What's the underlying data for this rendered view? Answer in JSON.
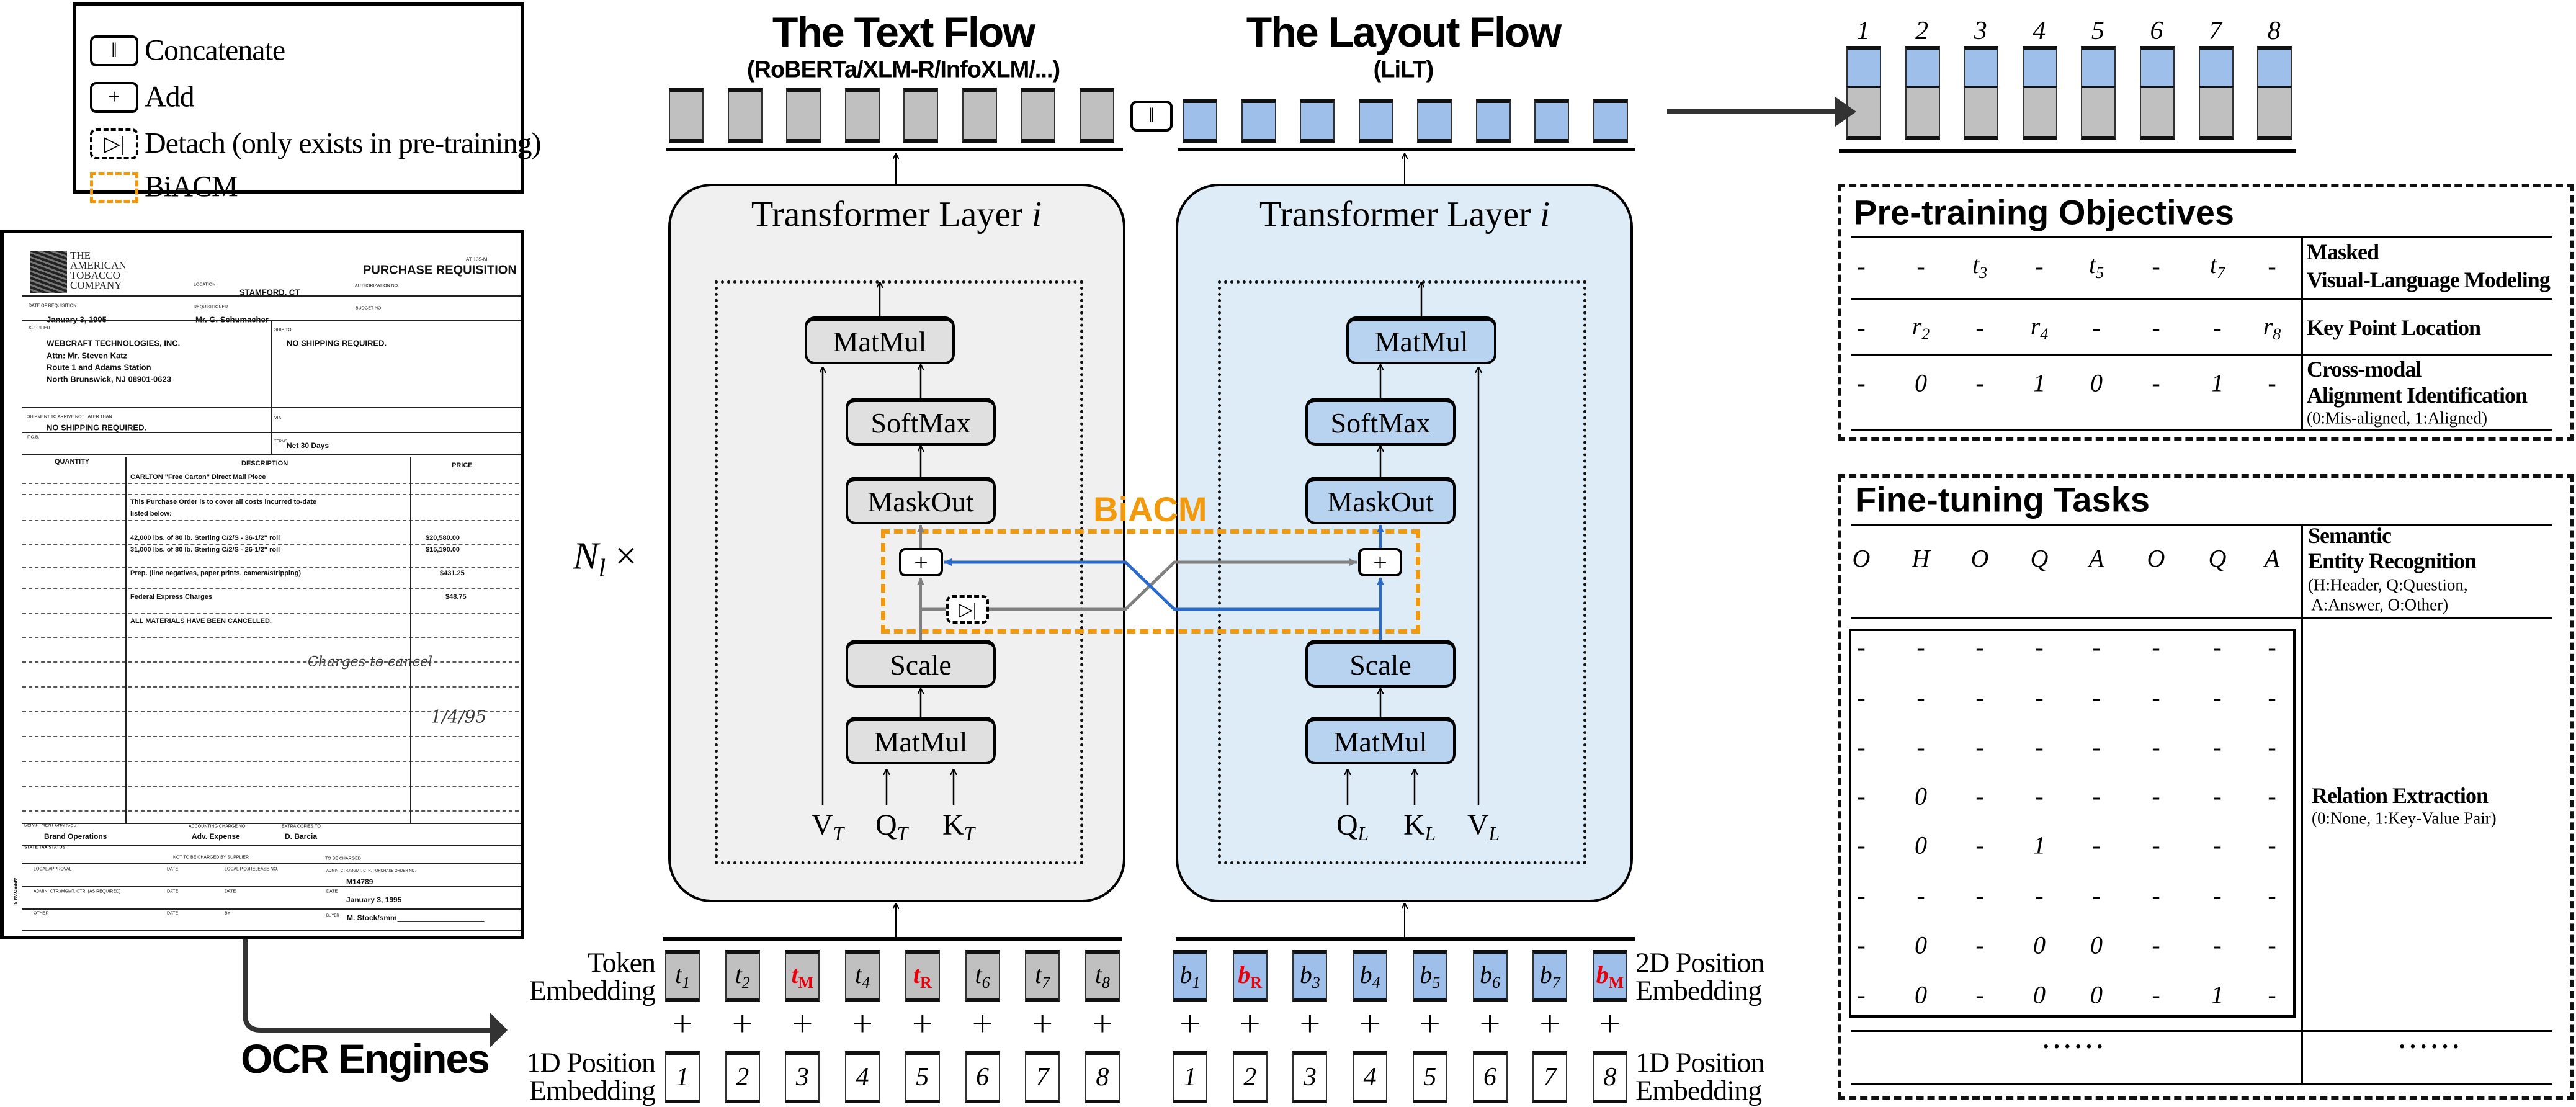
{
  "legend": {
    "items": [
      {
        "icon": "concatenate-icon",
        "symbol": "‖",
        "label": "Concatenate"
      },
      {
        "icon": "add-icon",
        "symbol": "+",
        "label": "Add"
      },
      {
        "icon": "detach-icon",
        "symbol": "▷|",
        "label": "Detach (only exists in pre-training)"
      },
      {
        "icon": "biacm-box-icon",
        "symbol": "",
        "label": "BiACM"
      }
    ]
  },
  "document": {
    "logo_lines": [
      "THE",
      "AMERICAN",
      "TOBACCO",
      "COMPANY"
    ],
    "lines": [
      "AT 135-M",
      "PURCHASE REQUISITION",
      "LOCATION",
      "STAMFORD, CT",
      "AUTHORIZATION NO.",
      "DATE OF REQUISITION",
      "January 3, 1995",
      "REQUISITIONER",
      "Mr. G. Schumacher",
      "BUDGET NO.",
      "SUPPLIER",
      "SHIP TO",
      "WEBCRAFT TECHNOLOGIES, INC.",
      "NO SHIPPING REQUIRED.",
      "Attn: Mr. Steven Katz",
      "Route 1 and Adams Station",
      "North Brunswick, NJ 08901-0623",
      "SHIPMENT TO ARRIVE NOT LATER THAN",
      "NO SHIPPING REQUIRED.",
      "VIA",
      "F.O.B.",
      "TERMS",
      "Net 30 Days",
      "QUANTITY",
      "DESCRIPTION",
      "PRICE",
      "CARLTON \"Free Carton\" Direct Mail Piece",
      "This Purchase Order is to cover all costs incurred to-date",
      "listed below:",
      "42,000 lbs. of 80 lb. Sterling C/2/S - 36-1/2\" roll",
      "$20,580.00",
      "31,000 lbs. of 80 lb. Sterling C/2/S - 26-1/2\" roll",
      "$15,190.00",
      "Prep. (line negatives, paper prints, camera/stripping)",
      "$431.25",
      "Federal Express Charges",
      "$48.75",
      "ALL MATERIALS HAVE BEEN CANCELLED.",
      "Charges to cancel",
      "1/4/95",
      "DEPARTMENT CHARGED",
      "Brand Operations",
      "ACCOUNTING CHARGE NO.",
      "Adv. Expense",
      "EXTRA COPIES TO:",
      "D. Barcia",
      "STATE TAX STATUS",
      "NOT TO BE CHARGED BY SUPPLIER",
      "TO BE CHARGED",
      "LOCAL APPROVAL",
      "DATE",
      "LOCAL P.O./RELEASE NO.",
      "ADMIN. CTR./MGMT. CTR. PURCHASE ORDER NO.",
      "M14789",
      "ADMIN. CTR./MGMT. CTR. (AS REQUIRED)",
      "DATE",
      "DATE",
      "DATE",
      "January 3, 1995",
      "OTHER",
      "DATE",
      "BY",
      "BUYER",
      "M. Stock/smm",
      "APPROVALS"
    ]
  },
  "ocr_label": "OCR Engines",
  "text_flow": {
    "title": "The Text Flow",
    "subtitle": "(RoBERTa/XLM-R/InfoXLM/...)"
  },
  "layout_flow": {
    "title": "The Layout Flow",
    "subtitle": "(LiLT)"
  },
  "concat_symbol": "‖",
  "layers_label": {
    "base": "N",
    "sub": "l",
    "suffix": " ×"
  },
  "transformer": {
    "title": "Transformer Layer ",
    "title_var": "i",
    "blocks": {
      "matmul_top": "MatMul",
      "softmax": "SoftMax",
      "maskout": "MaskOut",
      "scale": "Scale",
      "matmul_bottom": "MatMul"
    },
    "text_inputs": [
      {
        "base": "V",
        "sub": "T"
      },
      {
        "base": "Q",
        "sub": "T"
      },
      {
        "base": "K",
        "sub": "T"
      }
    ],
    "layout_inputs": [
      {
        "base": "Q",
        "sub": "L"
      },
      {
        "base": "K",
        "sub": "L"
      },
      {
        "base": "V",
        "sub": "L"
      }
    ]
  },
  "biacm_label": "BiACM",
  "add_symbol": "+",
  "detach_symbol": "▷|",
  "embeddings": {
    "token_label": [
      "Token",
      "Embedding"
    ],
    "layout_label": [
      "2D Position",
      "Embedding"
    ],
    "pos1d_label": [
      "1D Position",
      "Embedding"
    ],
    "tokens": [
      {
        "base": "t",
        "sub": "1",
        "masked": false
      },
      {
        "base": "t",
        "sub": "2",
        "masked": false
      },
      {
        "base": "t",
        "sub": "M",
        "masked": true
      },
      {
        "base": "t",
        "sub": "4",
        "masked": false
      },
      {
        "base": "t",
        "sub": "R",
        "masked": true
      },
      {
        "base": "t",
        "sub": "6",
        "masked": false
      },
      {
        "base": "t",
        "sub": "7",
        "masked": false
      },
      {
        "base": "t",
        "sub": "8",
        "masked": false
      }
    ],
    "boxes": [
      {
        "base": "b",
        "sub": "1",
        "masked": false
      },
      {
        "base": "b",
        "sub": "R",
        "masked": true
      },
      {
        "base": "b",
        "sub": "3",
        "masked": false
      },
      {
        "base": "b",
        "sub": "4",
        "masked": false
      },
      {
        "base": "b",
        "sub": "5",
        "masked": false
      },
      {
        "base": "b",
        "sub": "6",
        "masked": false
      },
      {
        "base": "b",
        "sub": "7",
        "masked": false
      },
      {
        "base": "b",
        "sub": "M",
        "masked": true
      }
    ],
    "positions": [
      "1",
      "2",
      "3",
      "4",
      "5",
      "6",
      "7",
      "8"
    ]
  },
  "output_positions": [
    "1",
    "2",
    "3",
    "4",
    "5",
    "6",
    "7",
    "8"
  ],
  "pretraining": {
    "title": "Pre-training Objectives",
    "rows": [
      {
        "cells": [
          "-",
          "-",
          {
            "base": "t",
            "sub": "3"
          },
          "-",
          {
            "base": "t",
            "sub": "5"
          },
          "-",
          {
            "base": "t",
            "sub": "7"
          },
          "-"
        ],
        "label": [
          "Masked",
          "Visual-Language Modeling"
        ],
        "note": ""
      },
      {
        "cells": [
          "-",
          {
            "base": "r",
            "sub": "2"
          },
          "-",
          {
            "base": "r",
            "sub": "4"
          },
          "-",
          "-",
          "-",
          {
            "base": "r",
            "sub": "8"
          }
        ],
        "label": [
          "Key Point Location"
        ],
        "note": ""
      },
      {
        "cells": [
          "-",
          "0",
          "-",
          "1",
          "0",
          "-",
          "1",
          "-"
        ],
        "label": [
          "Cross-modal",
          "Alignment Identification"
        ],
        "note": "(0:Mis-aligned, 1:Aligned)"
      }
    ]
  },
  "finetuning": {
    "title": "Fine-tuning Tasks",
    "ser": {
      "cells": [
        "O",
        "H",
        "O",
        "Q",
        "A",
        "O",
        "Q",
        "A"
      ],
      "label": [
        "Semantic",
        "Entity Recognition"
      ],
      "note": [
        "(H:Header, Q:Question,",
        " A:Answer, O:Other)"
      ]
    },
    "re": {
      "matrix": [
        [
          "-",
          "-",
          "-",
          "-",
          "-",
          "-",
          "-",
          "-"
        ],
        [
          "-",
          "-",
          "-",
          "-",
          "-",
          "-",
          "-",
          "-"
        ],
        [
          "-",
          "-",
          "-",
          "-",
          "-",
          "-",
          "-",
          "-"
        ],
        [
          "-",
          "0",
          "-",
          "-",
          "-",
          "-",
          "-",
          "-"
        ],
        [
          "-",
          "0",
          "-",
          "1",
          "-",
          "-",
          "-",
          "-"
        ],
        [
          "-",
          "-",
          "-",
          "-",
          "-",
          "-",
          "-",
          "-"
        ],
        [
          "-",
          "0",
          "-",
          "0",
          "0",
          "-",
          "-",
          "-"
        ],
        [
          "-",
          "0",
          "-",
          "0",
          "0",
          "-",
          "1",
          "-"
        ]
      ],
      "label": "Relation Extraction",
      "note": "(0:None, 1:Key-Value Pair)"
    },
    "ellipsis_left": "······",
    "ellipsis_right": "······"
  },
  "colors": {
    "text_token": "#c0c0c0",
    "layout_token": "#9dbfea",
    "text_layer_bg": "#f0f0f0",
    "layout_layer_bg": "#ddecf7",
    "text_block": "#e0e0e0",
    "layout_block": "#b8d3ef",
    "biacm": "#f29a0e",
    "layout_line": "#2a6acb",
    "text_line": "#808080",
    "masked": "#e8000b"
  }
}
